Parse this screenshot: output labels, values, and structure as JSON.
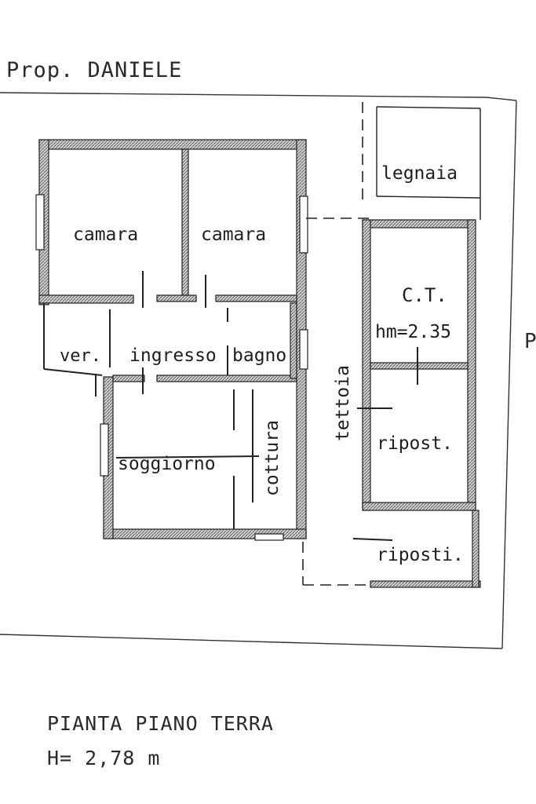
{
  "header": {
    "owner": "Prop. DANIELE"
  },
  "edge_letter": "P",
  "rooms": {
    "camera_left": "camara",
    "camera_right": "camara",
    "verandah": "ver.",
    "ingresso": "ingresso",
    "bagno": "bagno",
    "soggiorno": "soggiorno",
    "cottura": "cottura",
    "tettoia": "tettoia",
    "legnaia": "legnaia",
    "ct": "C.T.",
    "ct_height": "hm=2.35",
    "ripostiglio": "ripost.",
    "ripostigli": "riposti."
  },
  "caption": {
    "title": "PIANTA PIANO TERRA",
    "height": "H= 2,78 m"
  },
  "colors": {
    "ink": "#1e1e1e",
    "wall_fill": "#d8d8d8",
    "paper": "#ffffff"
  }
}
